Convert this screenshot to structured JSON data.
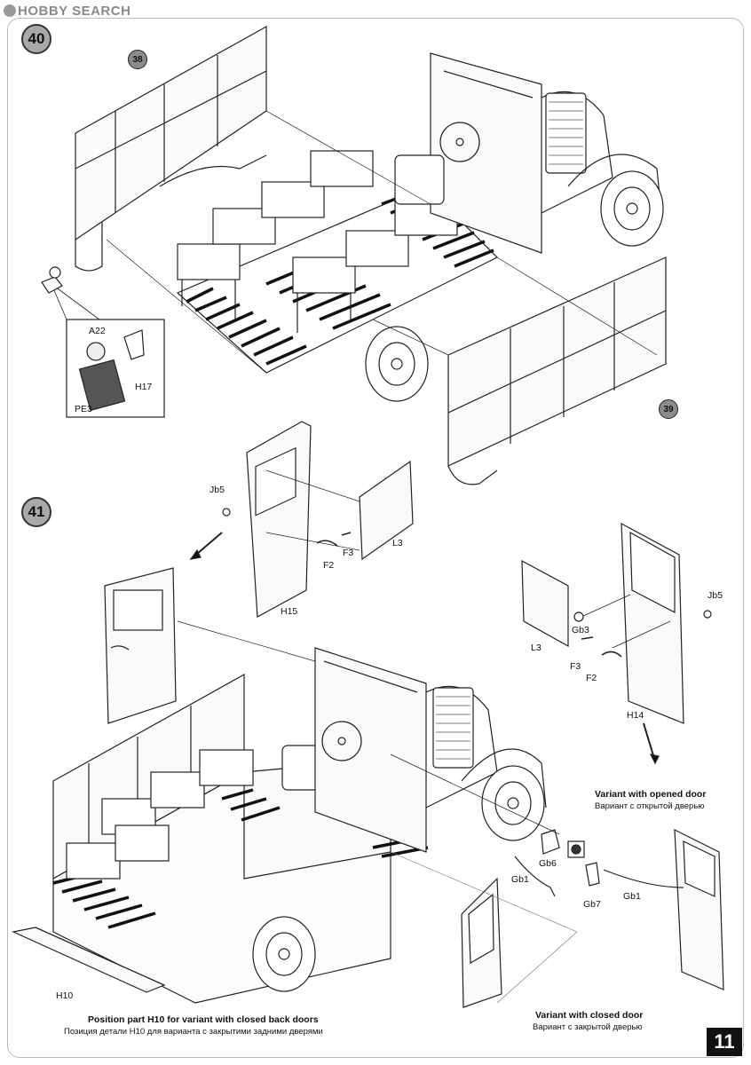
{
  "watermark": {
    "text": "HOBBY SEARCH"
  },
  "page_number": "11",
  "steps": [
    {
      "number": "40"
    },
    {
      "number": "41"
    }
  ],
  "refs": [
    {
      "number": "38"
    },
    {
      "number": "39"
    }
  ],
  "labels": {
    "a22": "A22",
    "h17": "H17",
    "pe3": "PE3",
    "jb5_left": "Jb5",
    "l3_left": "L3",
    "f2_left": "F2",
    "f3_left": "F3",
    "h15": "H15",
    "l3_right": "L3",
    "gb3": "Gb3",
    "f3_right": "F3",
    "f2_right": "F2",
    "jb5_right": "Jb5",
    "h14": "H14",
    "gb6": "Gb6",
    "gb1_left": "Gb1",
    "gb7": "Gb7",
    "gb1_right": "Gb1",
    "h10": "H10"
  },
  "captions": {
    "opened_en": "Variant with opened door",
    "opened_ru": "Вариант с открытой дверью",
    "closed_en": "Variant with closed door",
    "closed_ru": "Вариант с закрытой дверью",
    "h10_en": "Position part H10 for variant with closed back doors",
    "h10_ru": "Позиция детали H10 для варианта с закрытими задними дверями"
  }
}
